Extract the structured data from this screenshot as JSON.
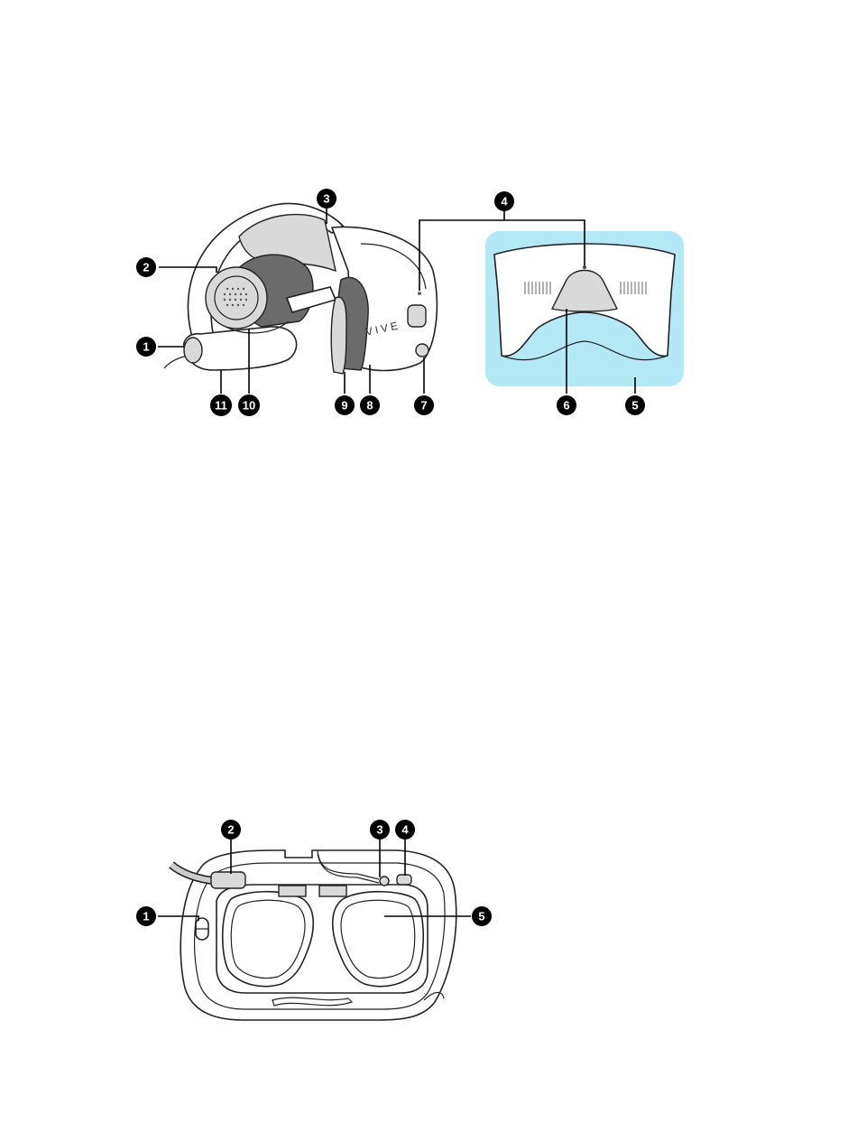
{
  "colors": {
    "badge": "#000000",
    "badge_text": "#ffffff",
    "inset_bg": "#b3e9f5",
    "outline": "#222222",
    "gray_fill": "#d9d9d9",
    "dark_fill": "#6b6b6b"
  },
  "diagram_top": {
    "brand": "VIVE",
    "callouts": [
      "1",
      "2",
      "3",
      "4",
      "5",
      "6",
      "7",
      "8",
      "9",
      "10",
      "11"
    ]
  },
  "diagram_bottom": {
    "callouts": [
      "1",
      "2",
      "3",
      "4",
      "5"
    ]
  }
}
